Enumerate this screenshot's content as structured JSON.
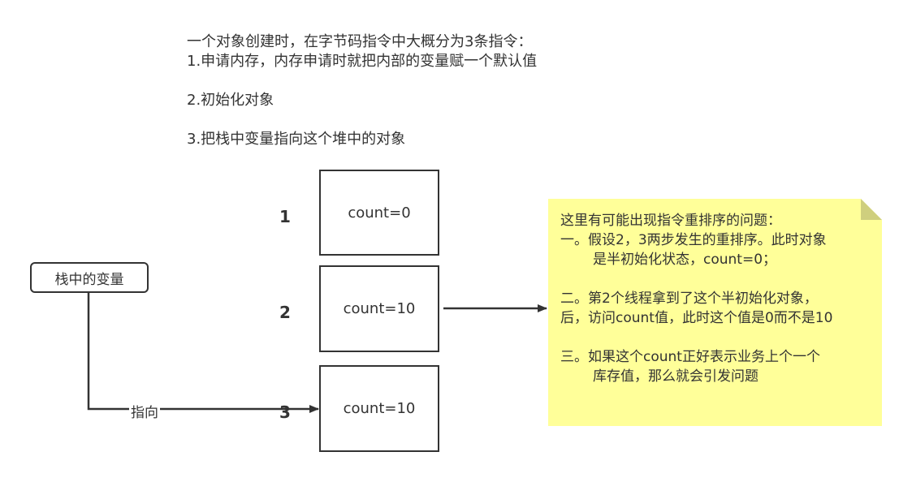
{
  "intro": {
    "line1": "一个对象创建时，在字节码指令中大概分为3条指令：",
    "line2": "1.申请内存，内存申请时就把内部的变量赋一个默认值",
    "line3": "2.初始化对象",
    "line4": "3.把栈中变量指向这个堆中的对象"
  },
  "boxes": [
    {
      "number": "1",
      "label": "count=0"
    },
    {
      "number": "2",
      "label": "count=10"
    },
    {
      "number": "3",
      "label": "count=10"
    }
  ],
  "stack_var": "栈中的变量",
  "edge_label": "指向",
  "note": {
    "title": "这里有可能出现指令重排序的问题：",
    "p1a": "一。假设2，3两步发生的重排序。此时对象",
    "p1b": "是半初始化状态，count=0；",
    "p2a": "二。第2个线程拿到了这个半初始化对象，",
    "p2b": "后，访问count值，此时这个值是0而不是10",
    "p3a": "三。如果这个count正好表示业务上个一个",
    "p3b": "库存值，那么就会引发问题",
    "color": "#ffff99"
  }
}
